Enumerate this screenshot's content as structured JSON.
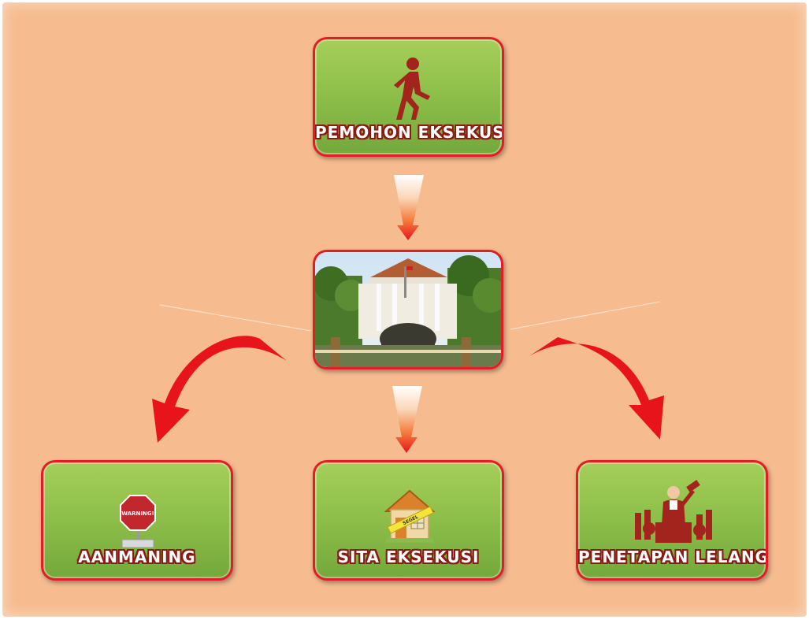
{
  "nodes": {
    "pemohon": {
      "label": "PEMOHON EKSEKUSI",
      "icon": "walking-person-icon"
    },
    "court": {
      "image": "courthouse-photo"
    },
    "aanmaning": {
      "label": "AANMANING",
      "icon": "warning-stop-sign-icon",
      "sign_text": "WARNING!"
    },
    "sita": {
      "label": "SITA EKSEKUSI",
      "icon": "house-with-seal-tape-icon",
      "tape_text": "SEGEL"
    },
    "lelang": {
      "label": "PENETAPAN LELANG",
      "icon": "auctioneer-gavel-icon"
    }
  },
  "connectors": [
    {
      "from": "pemohon",
      "to": "court",
      "style": "straight-gradient-arrow"
    },
    {
      "from": "court",
      "to": "aanmaning",
      "style": "curved-red-arrow"
    },
    {
      "from": "court",
      "to": "sita",
      "style": "straight-gradient-arrow"
    },
    {
      "from": "court",
      "to": "lelang",
      "style": "curved-red-arrow"
    }
  ],
  "colors": {
    "background": "#f6bc90",
    "node_fill": "#8fc04b",
    "node_border": "#e51c23",
    "arrow": "#e8141c",
    "label_outline": "#8a1a14"
  }
}
